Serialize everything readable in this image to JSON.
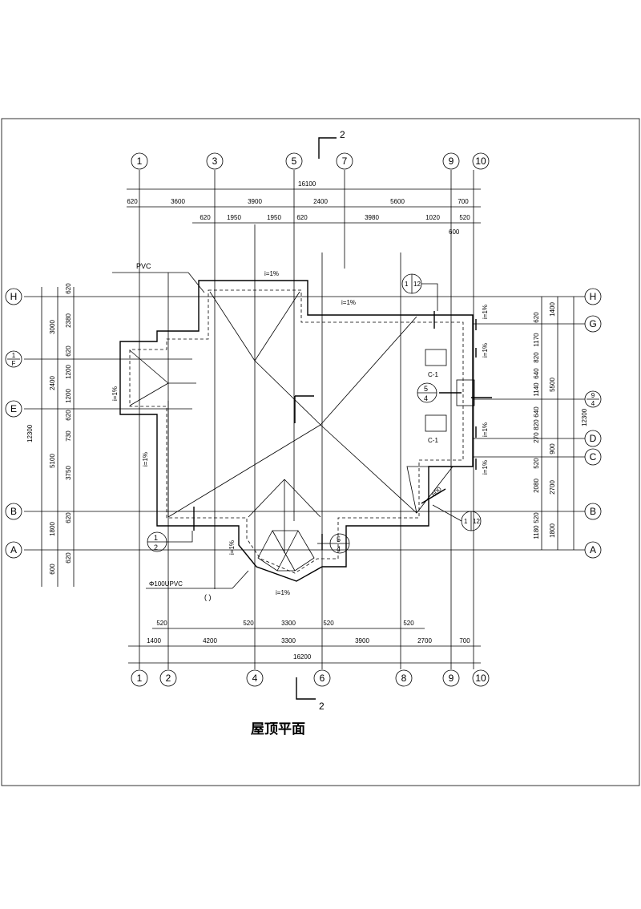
{
  "drawing": {
    "title": "屋顶平面",
    "section_mark": "2",
    "axes_top": [
      "1",
      "3",
      "5",
      "7",
      "9",
      "10"
    ],
    "axes_bottom": [
      "1",
      "2",
      "4",
      "6",
      "8",
      "9",
      "10"
    ],
    "axes_left": [
      "H",
      "1/F",
      "E",
      "B",
      "A"
    ],
    "axes_right": [
      "H",
      "G",
      "9/4",
      "D",
      "C",
      "B",
      "A"
    ],
    "dims_top_total": "16100",
    "dims_top_row1": [
      "620",
      "3600",
      "3900",
      "2400",
      "5600",
      "700"
    ],
    "dims_top_row2": [
      "620",
      "1950",
      "1950",
      "620",
      "3980",
      "1020",
      "520"
    ],
    "dim_600_top": "600",
    "dims_bottom_total": "16200",
    "dims_bottom_row1": [
      "1400",
      "4200",
      "3300",
      "3900",
      "2700",
      "700"
    ],
    "dims_bottom_row2": [
      "520",
      "520",
      "3300",
      "520",
      "520"
    ],
    "dims_left_outer_total": "12300",
    "dims_left_mid": [
      "3000",
      "2400",
      "5100",
      "1800",
      "600"
    ],
    "dims_left_inner": [
      "620",
      "2380",
      "620",
      "1200",
      "1200",
      "620",
      "730",
      "3750",
      "620",
      "620"
    ],
    "dims_right_inner": [
      "620",
      "1170",
      "820",
      "640",
      "1140",
      "640",
      "820",
      "270",
      "520",
      "2080",
      "520",
      "1180"
    ],
    "dims_right_mid": [
      "1400",
      "5500",
      "900",
      "2700",
      "1800"
    ],
    "dims_right_total": "12300",
    "notes": {
      "pvc": "PVC",
      "slope": "i=1%",
      "window": "C-1",
      "drain": "Φ100UPVC",
      "dim_600": "600"
    },
    "detail_refs": [
      {
        "num": "1",
        "den": "2"
      },
      {
        "num": "5",
        "den": "4"
      },
      {
        "num": "1",
        "den": "12"
      }
    ]
  }
}
